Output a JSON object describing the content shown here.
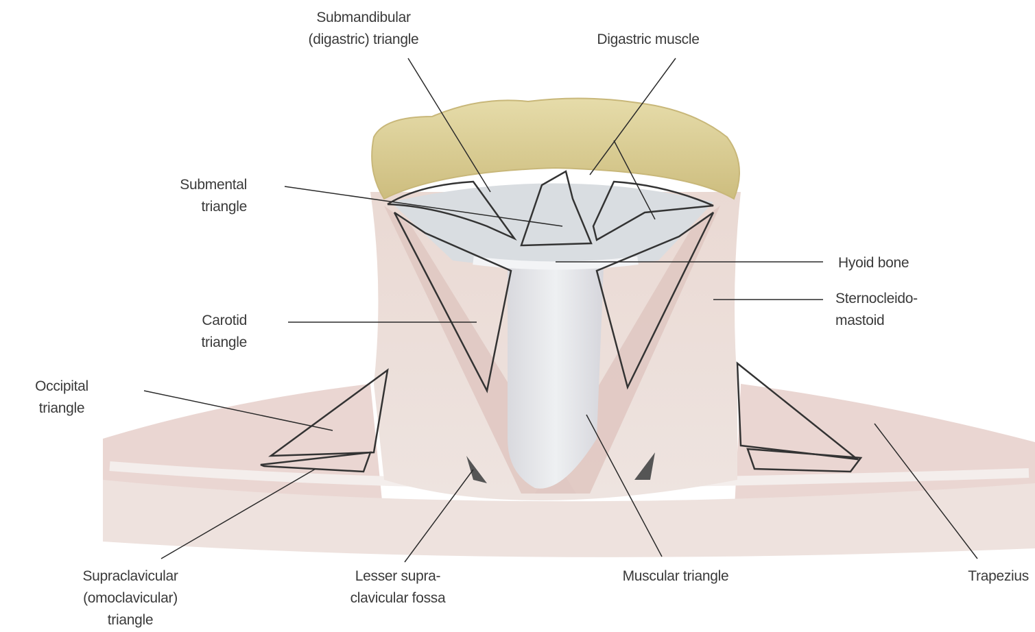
{
  "labels": {
    "submandibular": [
      "Submandibular",
      "(digastric) triangle"
    ],
    "digastric": [
      "Digastric muscle"
    ],
    "submental": [
      "Submental",
      "triangle"
    ],
    "hyoid": [
      "Hyoid bone"
    ],
    "sternocleido": [
      "Sternocleido-",
      "mastoid"
    ],
    "carotid": [
      "Carotid",
      "triangle"
    ],
    "occipital": [
      "Occipital",
      "triangle"
    ],
    "supraclavicular": [
      "Supraclavicular",
      "(omoclavicular)",
      "triangle"
    ],
    "lesser_fossa": [
      "Lesser supra-",
      "clavicular fossa"
    ],
    "muscular": [
      "Muscular triangle"
    ],
    "trapezius": [
      "Trapezius"
    ]
  },
  "colors": {
    "jaw_bone": "#dccf95",
    "muscle": "#e2cfc9",
    "fascia": "#d4d8dc",
    "leader": "#2a2a2a"
  }
}
